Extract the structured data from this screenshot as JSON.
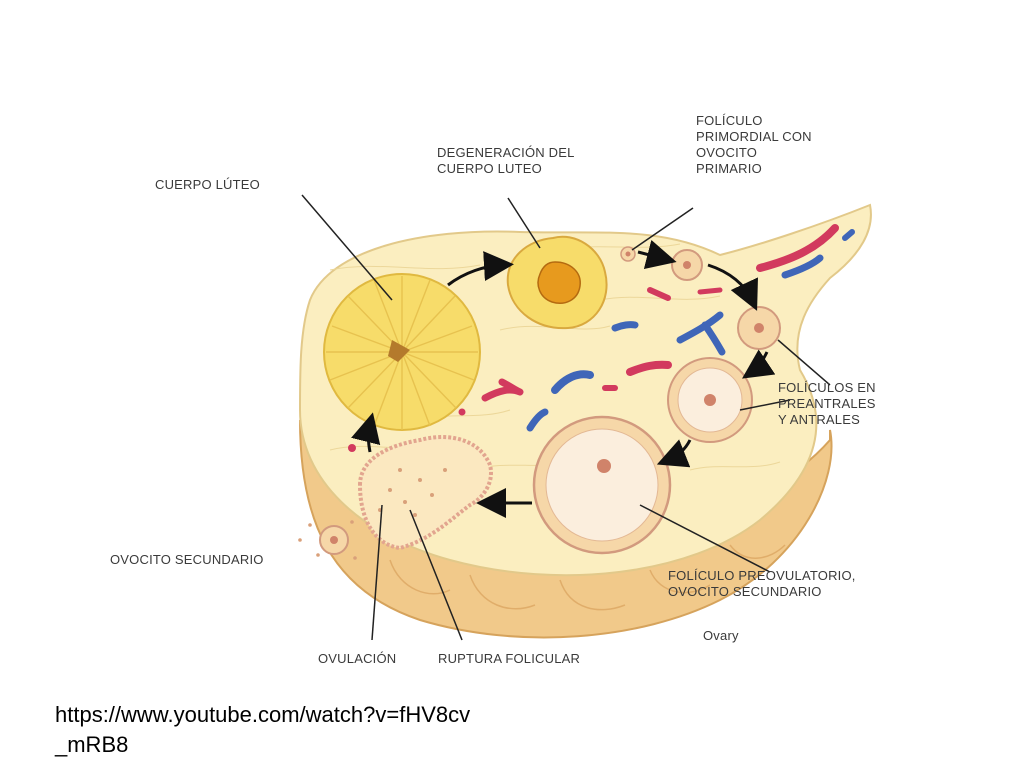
{
  "labels": {
    "cuerpo_luteo": "CUERPO LÚTEO",
    "degeneracion": [
      "DEGENERACIÓN DEL",
      "CUERPO LUTEO"
    ],
    "primordial": [
      "FOLÍCULO",
      "PRIMORDIAL CON",
      "OVOCITO",
      "PRIMARIO"
    ],
    "preantrales": [
      "FOLÍCULOS EN",
      "PREANTRALES",
      "Y ANTRALES"
    ],
    "preovulatorio": [
      "FOLÍCULO PREOVULATORIO,",
      "OVOCITO SECUNDARIO"
    ],
    "ovocito_secundario": "OVOCITO SECUNDARIO",
    "ovulacion": "OVULACIÓN",
    "ruptura": "RUPTURA FOLICULAR",
    "ovary": "Ovary"
  },
  "source_url": [
    "https://www.youtube.com/watch?v=fHV8cv",
    "_mRB8"
  ],
  "colors": {
    "stroma": "#fbeec0",
    "cortex": "#f1c98a",
    "corpus_luteum": "#f7dc6a",
    "vessel_red": "#d23a5e",
    "vessel_blue": "#3f66b8",
    "follicle": "#f6d7a8",
    "leader_line": "#222222"
  }
}
